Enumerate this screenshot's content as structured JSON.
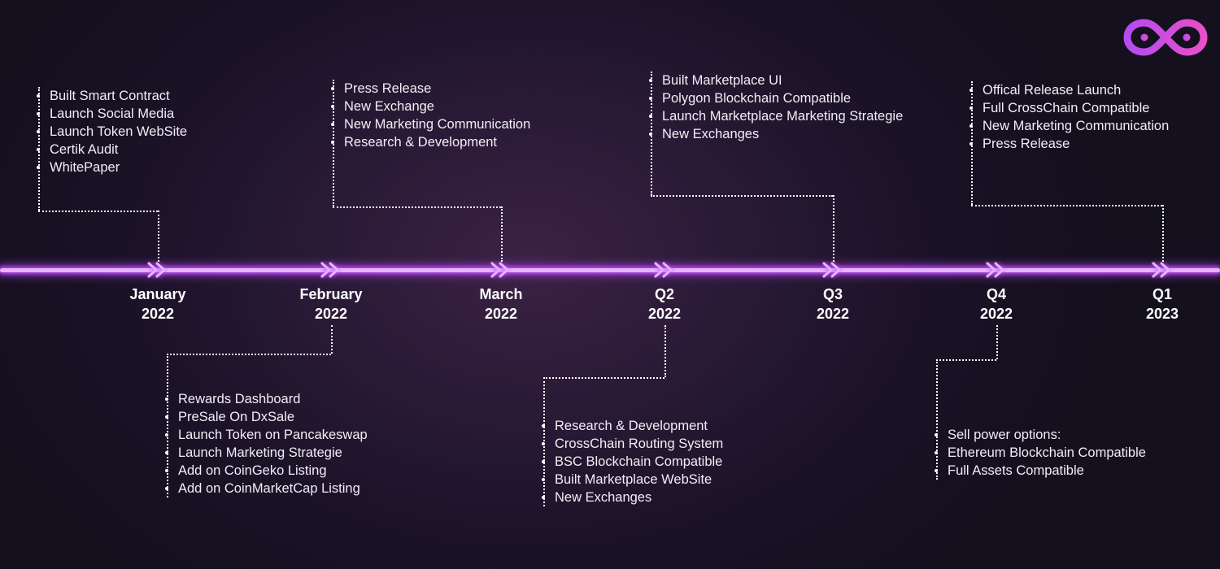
{
  "milestones": [
    {
      "month": "January",
      "year": "2022",
      "items": [
        "Built Smart Contract",
        "Launch Social Media",
        "Launch Token WebSite",
        "Certik Audit",
        "WhitePaper"
      ]
    },
    {
      "month": "February",
      "year": "2022",
      "items": [
        "Rewards Dashboard",
        "PreSale On DxSale",
        "Launch Token on Pancakeswap",
        "Launch Marketing Strategie",
        "Add on CoinGeko Listing",
        "Add on CoinMarketCap Listing"
      ]
    },
    {
      "month": "March",
      "year": "2022",
      "items": [
        "Press Release",
        "New Exchange",
        "New Marketing Communication",
        "Research & Development"
      ]
    },
    {
      "month": "Q2",
      "year": "2022",
      "items": [
        "Research & Development",
        "CrossChain Routing System",
        "BSC Blockchain Compatible",
        "Built Marketplace WebSite",
        "New Exchanges"
      ]
    },
    {
      "month": "Q3",
      "year": "2022",
      "items": [
        "Built Marketplace UI",
        "Polygon Blockchain Compatible",
        "Launch Marketplace Marketing Strategie",
        "New Exchanges"
      ]
    },
    {
      "month": "Q4",
      "year": "2022",
      "items": [
        "Sell power options:",
        "Ethereum Blockchain Compatible",
        "Full Assets Compatible"
      ]
    },
    {
      "month": "Q1",
      "year": "2023",
      "items": [
        "Offical Release Launch",
        "Full CrossChain Compatible",
        "New Marketing Communication",
        "Press Release"
      ]
    }
  ],
  "colors": {
    "line": "#e9b3ff",
    "glow": "#b84cf3",
    "logo_from": "#b44cf0",
    "logo_to": "#e84fc8"
  },
  "logo_icon": "infinity-logo-icon"
}
